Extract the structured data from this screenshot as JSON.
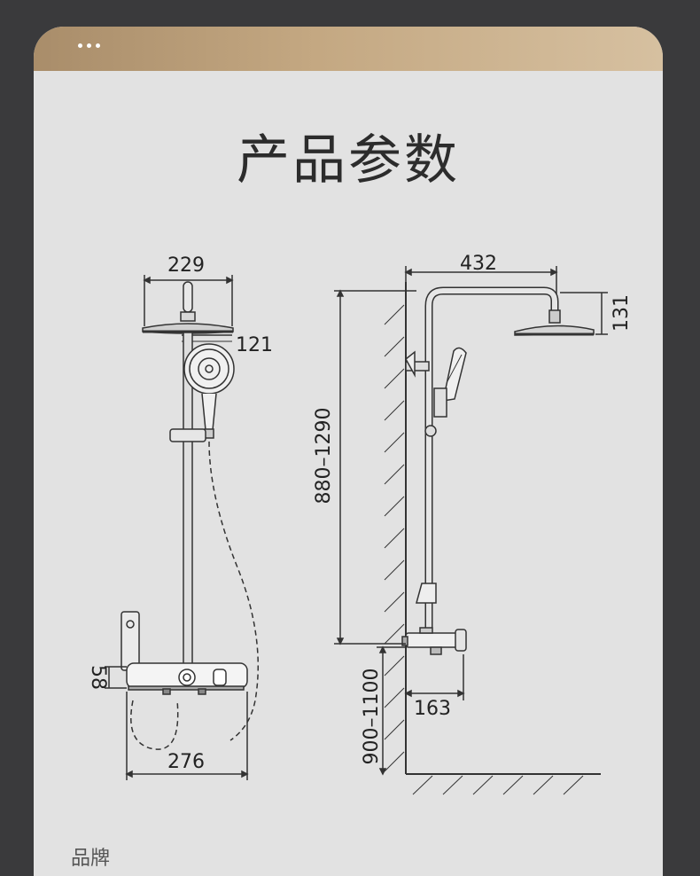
{
  "header": {
    "menu_icon": "more-dots-icon"
  },
  "page": {
    "title": "产品参数"
  },
  "front_view": {
    "dims": {
      "head_width": "229",
      "handshower": "121",
      "shelf_height": "58",
      "shelf_width": "276"
    }
  },
  "side_view": {
    "dims": {
      "arm_length": "432",
      "head_height": "131",
      "column_height": "880–1290",
      "shelf_depth": "163",
      "mount_height": "900–1100"
    }
  },
  "footer": {
    "brand_label": "品牌"
  },
  "colors": {
    "background": "#3a3a3c",
    "card": "#e2e2e2",
    "header_gold": "#c4a882",
    "line": "#333333"
  }
}
